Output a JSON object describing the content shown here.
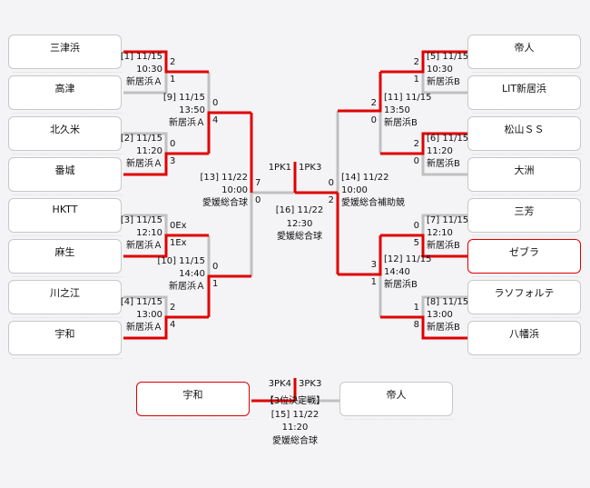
{
  "teams": {
    "left": [
      "三津浜",
      "高津",
      "北久米",
      "番城",
      "HKTT",
      "麻生",
      "川之江",
      "宇和"
    ],
    "right": [
      "帝人",
      "LIT新居浜",
      "松山ＳＳ",
      "大洲",
      "三芳",
      "ゼブラ",
      "ラソフォルテ",
      "八幡浜"
    ]
  },
  "matches": {
    "m1": {
      "lines": [
        "[1] 11/15",
        "10:30",
        "新居浜Ａ"
      ],
      "scores": [
        "2",
        "1"
      ]
    },
    "m2": {
      "lines": [
        "[2] 11/15",
        "11:20",
        "新居浜Ａ"
      ],
      "scores": [
        "0",
        "3"
      ]
    },
    "m3": {
      "lines": [
        "[3] 11/15",
        "12:10",
        "新居浜Ａ"
      ],
      "scores": [
        "0Ex",
        "1Ex"
      ]
    },
    "m4": {
      "lines": [
        "[4] 11/15",
        "13:00",
        "新居浜Ａ"
      ],
      "scores": [
        "2",
        "4"
      ]
    },
    "m9": {
      "lines": [
        "[9] 11/15",
        "13:50",
        "新居浜Ａ"
      ],
      "scores": [
        "0",
        "4"
      ]
    },
    "m10": {
      "lines": [
        "[10] 11/15",
        "14:40",
        "新居浜Ａ"
      ],
      "scores": [
        "0",
        "1"
      ]
    },
    "m13": {
      "lines": [
        "[13] 11/22",
        "10:00",
        "愛媛総合球"
      ],
      "scores": [
        "7",
        "0"
      ]
    },
    "m5": {
      "lines": [
        "[5] 11/15",
        "10:30",
        "新居浜B"
      ],
      "scores": [
        "2",
        "1"
      ]
    },
    "m6": {
      "lines": [
        "[6] 11/15",
        "11:20",
        "新居浜B"
      ],
      "scores": [
        "2",
        "0"
      ]
    },
    "m7": {
      "lines": [
        "[7] 11/15",
        "12:10",
        "新居浜B"
      ],
      "scores": [
        "0",
        "5"
      ]
    },
    "m8": {
      "lines": [
        "[8] 11/15",
        "13:00",
        "新居浜B"
      ],
      "scores": [
        "1",
        "8"
      ]
    },
    "m11": {
      "lines": [
        "[11] 11/15",
        "13:50",
        "新居浜B"
      ],
      "scores": [
        "2",
        "0"
      ]
    },
    "m12": {
      "lines": [
        "[12] 11/15",
        "14:40",
        "新居浜B"
      ],
      "scores": [
        "3",
        "1"
      ]
    },
    "m14": {
      "lines": [
        "[14] 11/22",
        "10:00",
        "愛媛総合補助競"
      ],
      "scores": [
        "0",
        "2"
      ]
    }
  },
  "final": {
    "lines": [
      "[16] 11/22",
      "12:30",
      "愛媛総合球"
    ],
    "pk_left": "1PK1",
    "pk_right": "1PK3"
  },
  "third_place": {
    "title": "【3位決定戦】",
    "lines": [
      "[15] 11/22",
      "11:20",
      "愛媛総合球"
    ],
    "pk_left": "3PK4",
    "pk_right": "3PK3",
    "team_left": "宇和",
    "team_right": "帝人"
  },
  "colors": {
    "win": "#e00000",
    "lose": "#c0c0c0"
  }
}
